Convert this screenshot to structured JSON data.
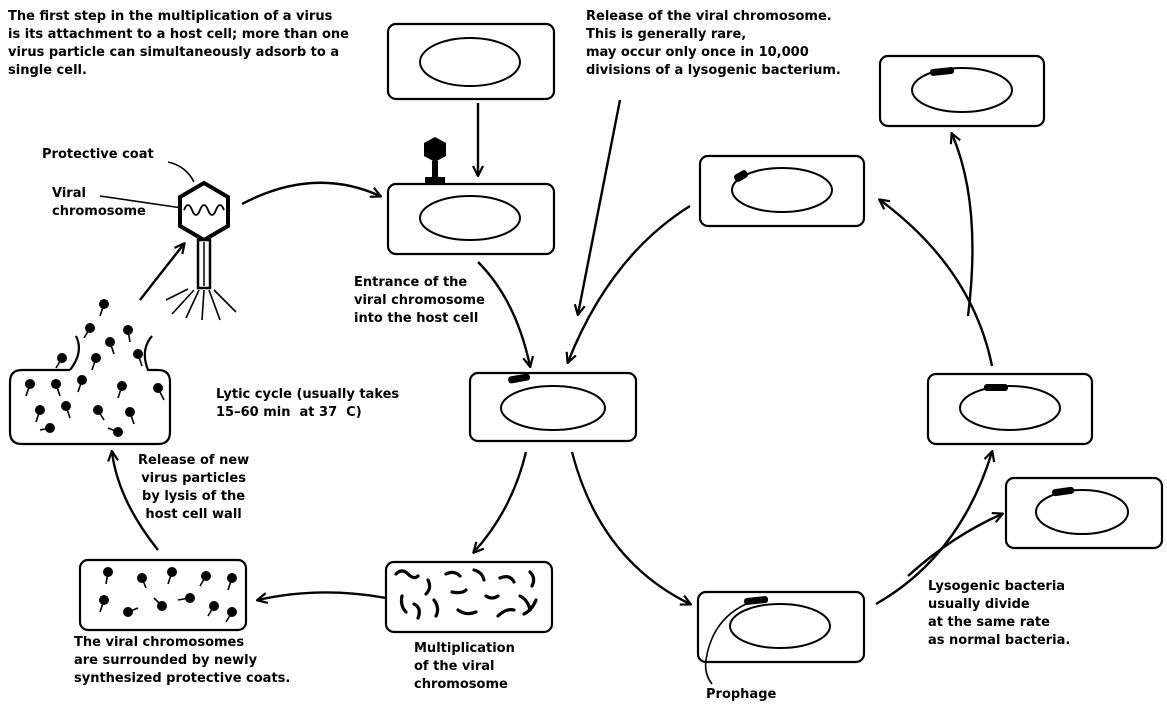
{
  "labels": {
    "first_step": "The first step in the multiplication of a virus\nis its attachment to a host cell; more than one\nvirus particle can simultaneously adsorb to a\nsingle cell.",
    "protective_coat": "Protective coat",
    "viral_chromosome": "Viral\nchromosome",
    "release_chromosome": "Release of the viral chromosome.\nThis is generally rare,\nmay occur only once in 10,000\ndivisions of a lysogenic bacterium.",
    "entrance": "Entrance of the\nviral chromosome\ninto the host cell",
    "lytic_cycle": "Lytic cycle (usually takes\n15–60 min  at 37  C)",
    "release_particles": "Release of new\nvirus particles\nby lysis of the\nhost cell wall",
    "surrounded": "The viral chromosomes\nare surrounded by newly\nsynthesized protective coats.",
    "multiplication": "Multiplication\nof the viral\nchromosome",
    "prophage": "Prophage",
    "lysogenic_divide": "Lysogenic bacteria\nusually divide\nat the same rate\nas normal bacteria."
  }
}
